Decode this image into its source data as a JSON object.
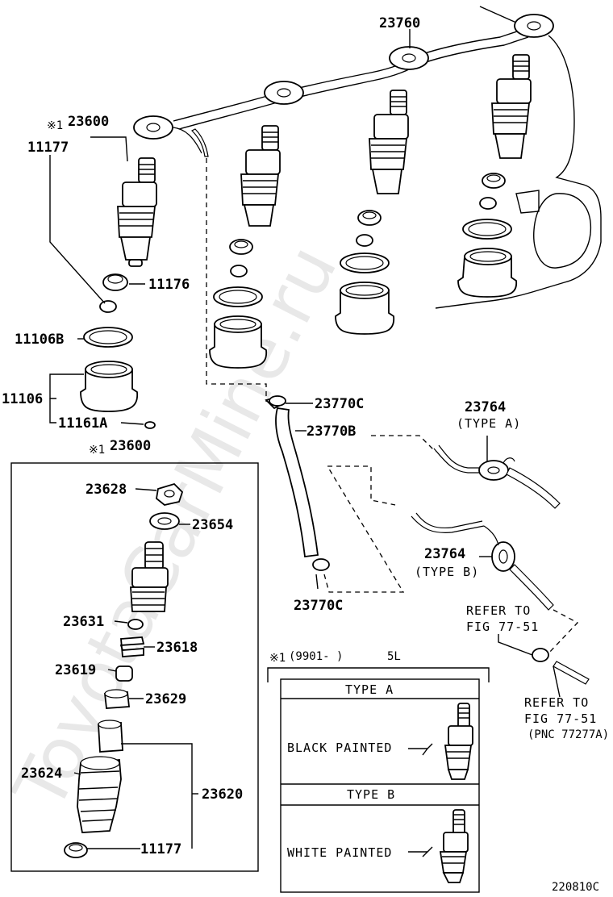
{
  "watermark": "ToyotaCarMine.ru",
  "drawing_id": "220810C",
  "labels": {
    "l23760": "23760",
    "l23600_top_mark": "※1",
    "l23600_top": "23600",
    "l11177_top": "11177",
    "l11176": "11176",
    "l11106B": "11106B",
    "l11106": "11106",
    "l11161A": "11161A",
    "l23600_box_mark": "※1",
    "l23600_box": "23600",
    "l23628": "23628",
    "l23654": "23654",
    "l23631": "23631",
    "l23618": "23618",
    "l23619": "23619",
    "l23629": "23629",
    "l23624": "23624",
    "l23620": "23620",
    "l11177_bot": "11177",
    "l23770C_top": "23770C",
    "l23770B": "23770B",
    "l23770C_bot": "23770C",
    "l23764_a": "23764",
    "l23764_a_type": "(TYPE A)",
    "l23764_b": "23764",
    "l23764_b_type": "(TYPE B)",
    "refer1_line1": "REFER TO",
    "refer1_line2": "FIG 77-51",
    "refer2_line1": "REFER TO",
    "refer2_line2": "FIG 77-51",
    "refer2_line3": "(PNC 77277A)"
  },
  "variant_box": {
    "mark": "※1",
    "range": "(9901-        )",
    "code": "5L",
    "type_a": {
      "header": "TYPE A",
      "note": "BLACK PAINTED"
    },
    "type_b": {
      "header": "TYPE B",
      "note": "WHITE PAINTED"
    }
  }
}
